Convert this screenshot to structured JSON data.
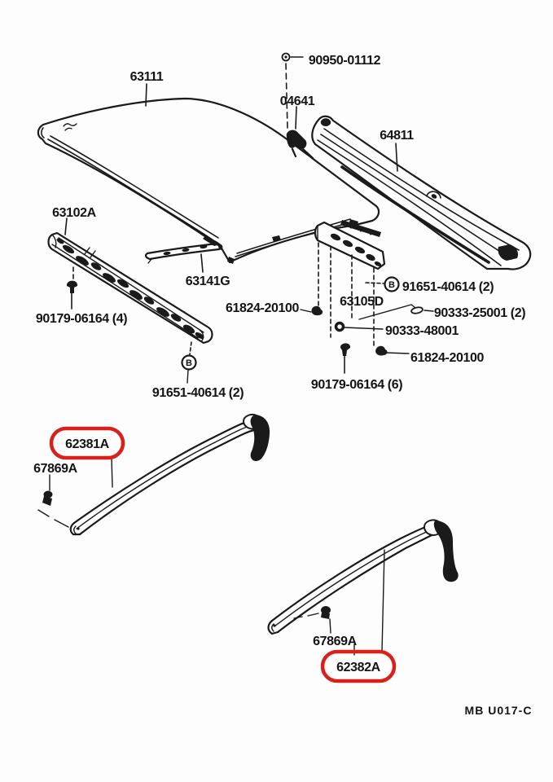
{
  "diagram": {
    "bg": "#fdfdfd",
    "ink": "#1a1a1a",
    "highlight": "#d9201a",
    "footer_code": "MB U017-C",
    "marker_b": "B",
    "parts": {
      "roof_panel": "63111",
      "pin_top": "90950-01112",
      "retainer_04641": "04641",
      "roof_drip_side_finish": "64811",
      "windshield_header": "63102A",
      "screw_front": "90179-06164 (4)",
      "roof_reinforcement": "63141G",
      "clip_left": "61824-20100",
      "roof_rear_bracket": "63105D",
      "bolt_right": "91651-40614 (2)",
      "clip_ring": "90333-25001 (2)",
      "grommet_rear": "90333-48001",
      "clip_right": "61824-20100",
      "screw_rear": "90179-06164 (6)",
      "bolt_left": "91651-40614 (2)",
      "molding_front": "62381A",
      "fastener_front": "67869A",
      "fastener_rear": "67869A",
      "molding_rear": "62382A"
    }
  }
}
